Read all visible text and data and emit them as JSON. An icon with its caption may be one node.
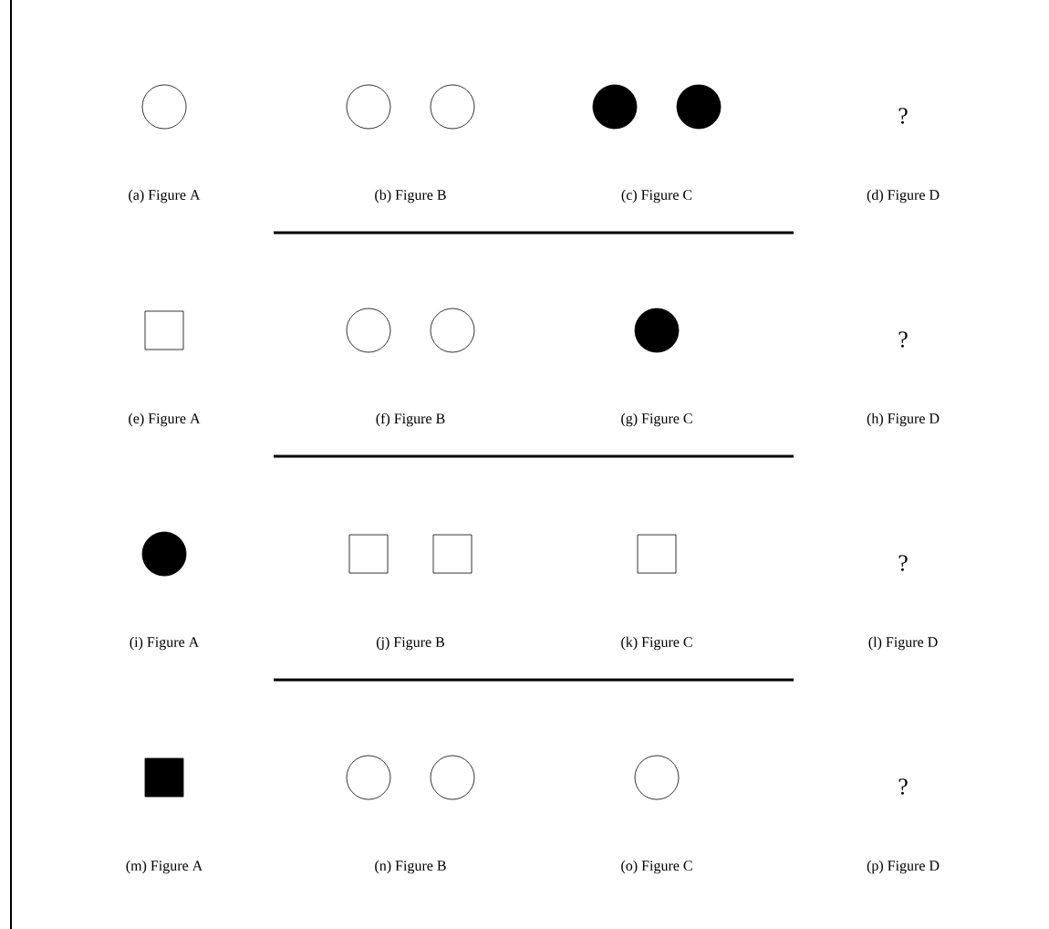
{
  "diagram": {
    "labels": [
      "?",
      "(a) Figure A",
      "(b) Figure B",
      "(c) Figure C",
      "(d) Figure D",
      "?",
      "(e) Figure A",
      "(f) Figure B",
      "(g) Figure C",
      "(h) Figure D",
      "?",
      "(i) Figure A",
      "(j) Figure B",
      "(k) Figure C",
      "(l) Figure D",
      "?",
      "(m) Figure A",
      "(n) Figure B",
      "(o) Figure C",
      "(p) Figure D"
    ]
  }
}
